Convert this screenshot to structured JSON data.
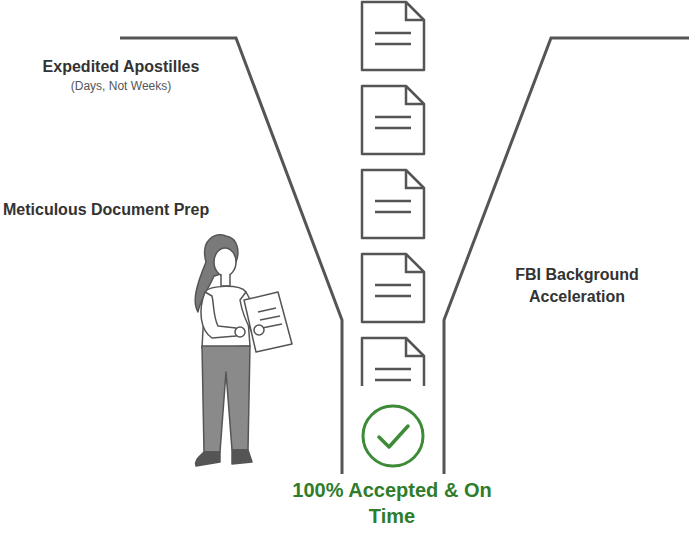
{
  "diagram": {
    "labels": [
      "Expedited Apostilles",
      "(Days, Not Weeks)",
      "Meticulous Document Prep",
      "FBI Background Acceleration",
      "100% Accepted & On Time"
    ]
  }
}
